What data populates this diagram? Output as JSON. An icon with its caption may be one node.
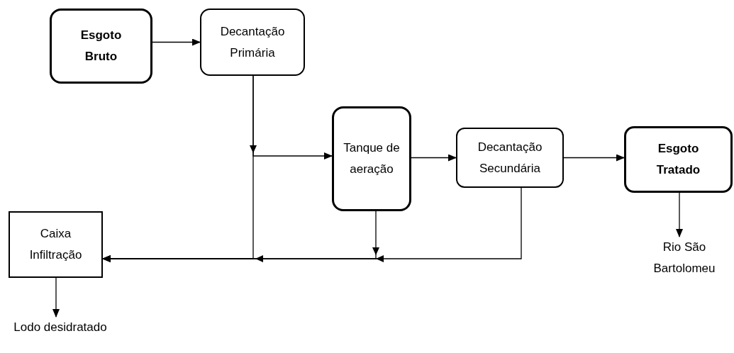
{
  "diagram": {
    "nodes": [
      {
        "text": [
          "Esgoto Bruto"
        ]
      },
      {
        "text": [
          "Decantação Primária"
        ]
      },
      {
        "text": [
          "Tanque de aeração"
        ]
      },
      {
        "text": [
          "Decantação Secundária"
        ]
      },
      {
        "text": [
          "Esgoto Tratado"
        ]
      },
      {
        "text": [
          "Caixa Infiltração"
        ]
      },
      {
        "text": [
          "Rio São Bartolomeu"
        ]
      },
      {
        "text": [
          "Lodo desidratado"
        ]
      }
    ],
    "edges": [
      {
        "from": 0,
        "to": 1,
        "arrow": "to"
      },
      {
        "from": 1,
        "to": 2,
        "arrow": "to"
      },
      {
        "from": 1,
        "to": 5,
        "arrow": "to"
      },
      {
        "from": 2,
        "to": 3,
        "arrow": "to"
      },
      {
        "from": 3,
        "to": 4,
        "arrow": "to"
      },
      {
        "from": 2,
        "to": 5,
        "arrow": "to"
      },
      {
        "from": 3,
        "to": 5,
        "arrow": "to"
      },
      {
        "from": 4,
        "to": 6,
        "arrow": "to"
      },
      {
        "from": 5,
        "to": 7,
        "arrow": "to"
      }
    ]
  }
}
